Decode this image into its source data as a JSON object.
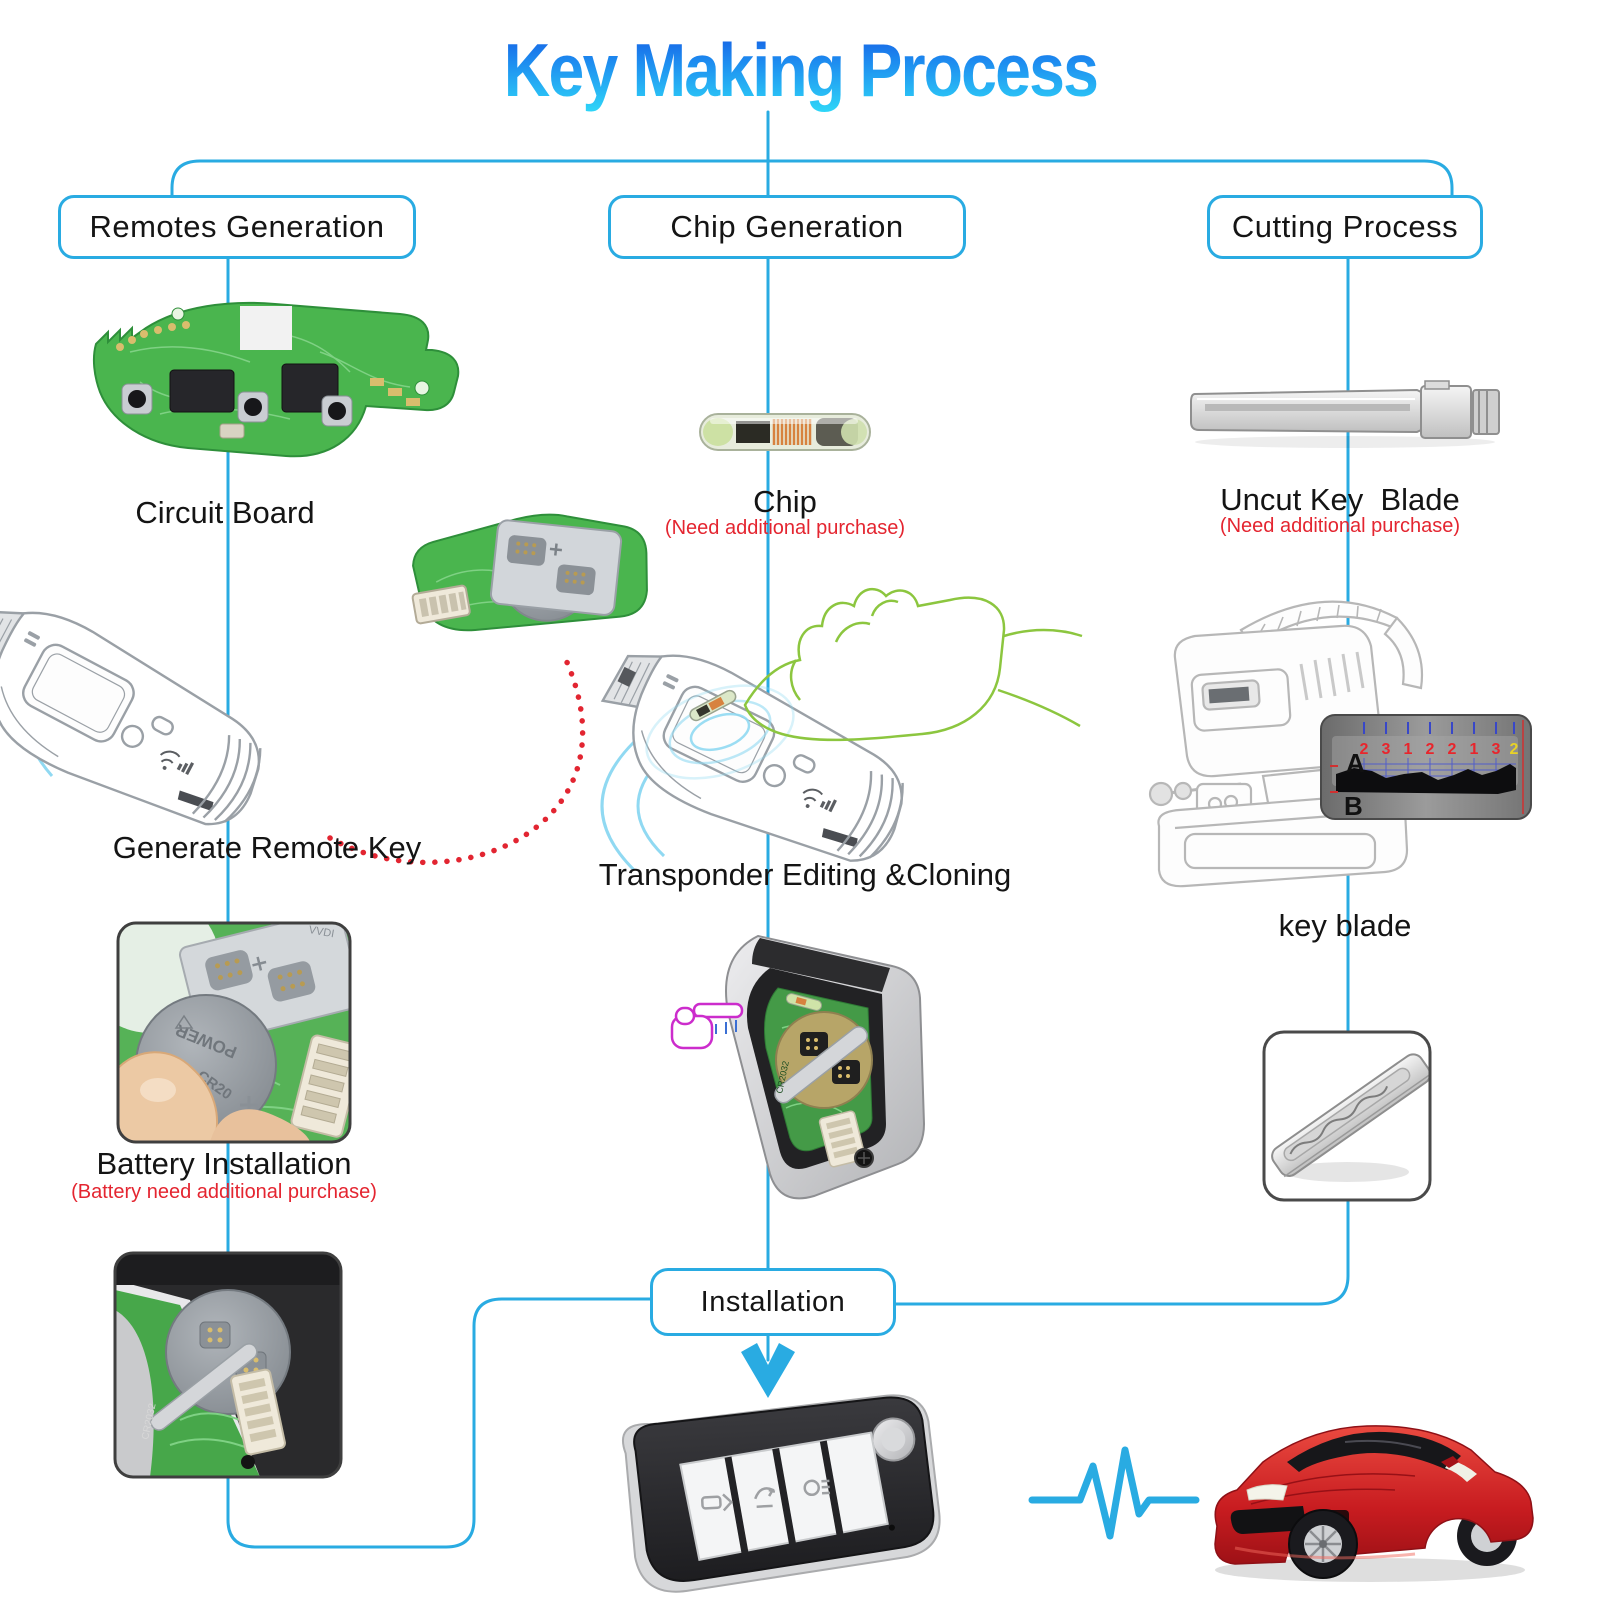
{
  "title": "Key Making Process",
  "flow_boxes": {
    "remotes": "Remotes Generation",
    "chip": "Chip Generation",
    "cutting": "Cutting Process",
    "installation": "Installation"
  },
  "captions": {
    "circuit_board": "Circuit Board",
    "chip": "Chip",
    "chip_note": "(Need additional purchase)",
    "uncut_blade": "Uncut Key  Blade",
    "uncut_blade_note": "(Need additional purchase)",
    "generate_remote": "Generate Remote Key",
    "transponder": "Transponder Editing &Cloning",
    "key_blade": "key blade",
    "battery": "Battery Installation",
    "battery_note": "(Battery need additional purchase)"
  },
  "bitting_chart": {
    "row_top_label": "A",
    "row_bottom_label": "B",
    "red_digits": [
      "2",
      "3",
      "1",
      "2",
      "2",
      "1",
      "3"
    ],
    "yellow_digit": "2"
  },
  "micro_text": {
    "battery_brand": "POWER",
    "battery_model": "CR20",
    "clip_brand": "VVDI",
    "pcb_battery_model": "CR2032"
  },
  "colors": {
    "connector_blue": "#29abe2",
    "note_red": "#e42530",
    "title_gradient_top": "#1456e2",
    "title_gradient_bottom": "#2fd8f8",
    "pcb_green": "#4ab54e"
  },
  "icons": [
    "signal-pulse-icon",
    "down-arrow-icon",
    "wireless-waves-icon",
    "cursor-hand-icon",
    "wifi-icon"
  ]
}
